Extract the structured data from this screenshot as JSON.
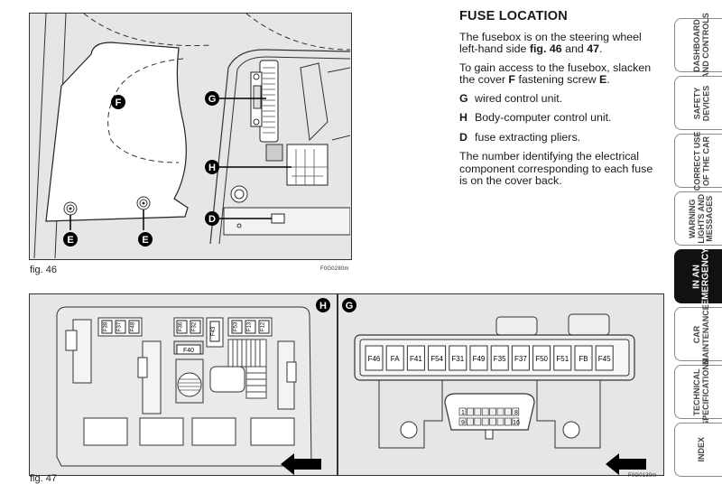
{
  "section": {
    "title": "FUSE LOCATION",
    "para1_a": "The fusebox is on the steering wheel left-hand side ",
    "para1_fig46": "fig. 46",
    "para1_and": " and ",
    "para1_fig47": "47",
    "para1_end": ".",
    "para2_a": "To gain access to the fusebox, slacken the cover ",
    "para2_F": "F",
    "para2_b": " fastening screw ",
    "para2_E": "E",
    "para2_end": ".",
    "legend": [
      {
        "key": "G",
        "text": "wired control unit."
      },
      {
        "key": "H",
        "text": "Body-computer control unit."
      },
      {
        "key": "D",
        "text": "fuse extracting pliers."
      }
    ],
    "para3": "The number identifying the electrical component corresponding to each fuse is on the cover back."
  },
  "figures": {
    "fig46": {
      "caption": "fig. 46",
      "code": "F0G0280m",
      "callouts": {
        "F": "F",
        "G": "G",
        "H": "H",
        "D": "D",
        "E1": "E",
        "E2": "E"
      }
    },
    "fig47": {
      "caption": "fig. 47",
      "code": "F0G0139m",
      "panel_h_label": "H",
      "panel_g_label": "G",
      "panel_h_fuses": {
        "group_left": [
          "F38",
          "F37",
          "F48"
        ],
        "group_mid": [
          "F36",
          "F32"
        ],
        "vertical": "F43",
        "group_right": [
          "F53",
          "F13",
          "F12"
        ],
        "horizontal": "F40"
      },
      "panel_g_fuses": [
        "F46",
        "FA",
        "F41",
        "F54",
        "F31",
        "F49",
        "F35",
        "F37",
        "F50",
        "F51",
        "FB",
        "F45"
      ],
      "diag_connector": {
        "top_first": "1",
        "top_last": "8",
        "bottom_first": "9",
        "bottom_last": "16"
      }
    }
  },
  "tabs": [
    {
      "label": "DASHBOARD\nAND CONTROLS",
      "active": false
    },
    {
      "label": "SAFETY\nDEVICES",
      "active": false
    },
    {
      "label": "CORRECT USE\nOF THE CAR",
      "active": false
    },
    {
      "label": "WARNING\nLIGHTS AND\nMESSAGES",
      "active": false
    },
    {
      "label": "IN AN\nEMERGENCY",
      "active": true
    },
    {
      "label": "CAR\nMAINTENANCE",
      "active": false
    },
    {
      "label": "TECHNICAL\nSPECIFICATIONS",
      "active": false
    },
    {
      "label": "INDEX",
      "active": false
    }
  ]
}
